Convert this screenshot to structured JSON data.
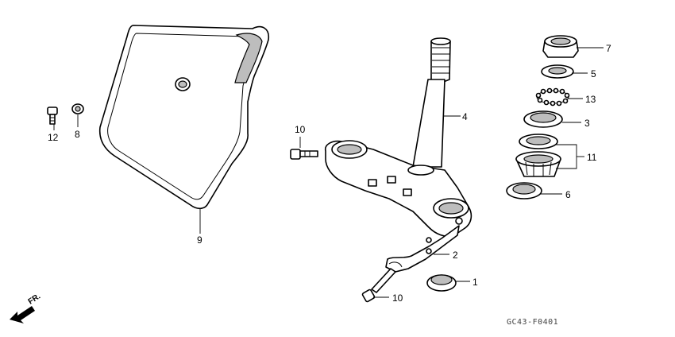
{
  "callouts": {
    "c1": "1",
    "c2": "2",
    "c3": "3",
    "c4": "4",
    "c5": "5",
    "c6": "6",
    "c7": "7",
    "c8": "8",
    "c9": "9",
    "c10a": "10",
    "c10b": "10",
    "c11": "11",
    "c12": "12",
    "c13": "13"
  },
  "direction_label": "FR.",
  "drawing_code": "GC43-F0401"
}
